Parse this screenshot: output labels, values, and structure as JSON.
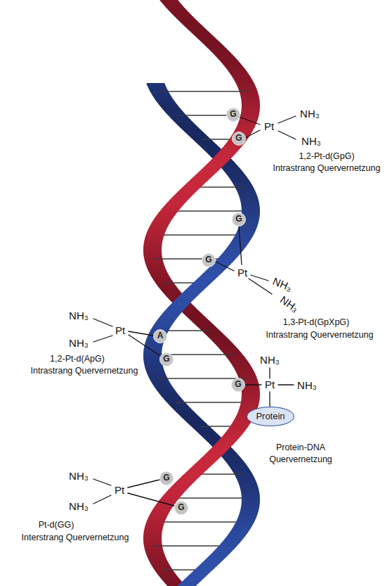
{
  "diagram": {
    "nodes": [
      {
        "text": [
          "G"
        ]
      },
      {
        "text": [
          "G"
        ]
      },
      {
        "text": [
          "G"
        ]
      },
      {
        "text": [
          "G"
        ]
      },
      {
        "text": [
          "A"
        ]
      },
      {
        "text": [
          "G"
        ]
      },
      {
        "text": [
          "G"
        ]
      },
      {
        "text": [
          "Protein"
        ]
      },
      {
        "text": [
          "G"
        ]
      },
      {
        "text": [
          "G"
        ]
      }
    ],
    "labels": [
      "NH₃",
      "Pt",
      "NH₃",
      "1,2-Pt-d(GpG)",
      "Intrastrang Quervernetzung",
      "Pt",
      "NH₃",
      "NH₃",
      "1,3-Pt-d(GpXpG)",
      "Intrastrang Quervernetzung",
      "NH₃",
      "Pt",
      "NH₃",
      "1,2-Pt-d(ApG)",
      "Intrastrang Quervernetzung",
      "NH₃",
      "Pt",
      "NH₃",
      "Protein-DNA",
      "Quervernetzung",
      "NH₃",
      "Pt",
      "NH₃",
      "Pt-d(GG)",
      "Interstrang Quervernetzung"
    ]
  }
}
